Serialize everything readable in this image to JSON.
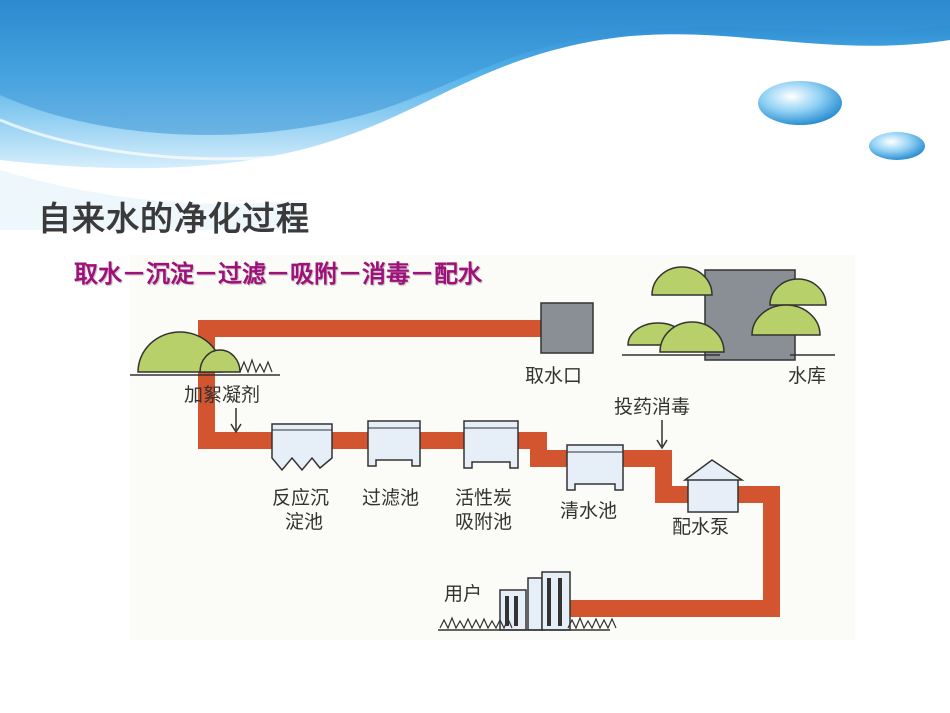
{
  "slide": {
    "title": "自来水的净化过程",
    "subtitle": "取水－沉淀－过滤－吸附－消毒－配水"
  },
  "diagram": {
    "labels": {
      "intake": "取水口",
      "reservoir": "水库",
      "coagulant": "加絮凝剂",
      "sedimentation_line1": "反应沉",
      "sedimentation_line2": "淀池",
      "filter": "过滤池",
      "carbon_line1": "活性炭",
      "carbon_line2": "吸附池",
      "clear": "清水池",
      "disinfect": "投药消毒",
      "pump": "配水泵",
      "user": "用户"
    },
    "colors": {
      "pipe": "#d2552f",
      "tank": "#e6eef8",
      "tree": "#b7d06a",
      "reservoir": "#8a8e95",
      "water_banner": "#3f9ad8"
    }
  }
}
